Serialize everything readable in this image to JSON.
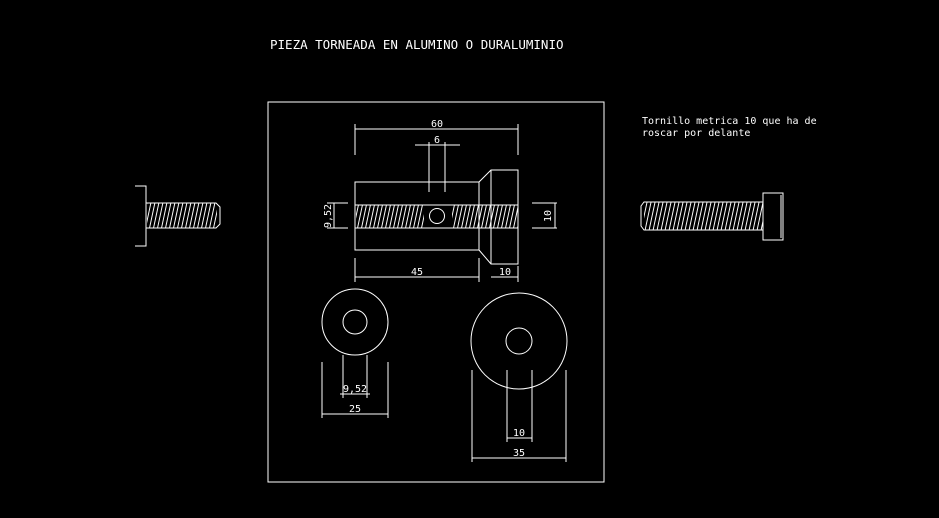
{
  "title": "PIEZA TORNEADA EN ALUMINO O DURALUMINIO",
  "note": {
    "line1": "Tornillo metrica 10 que ha de",
    "line2": "roscar por delante"
  },
  "dimensions": {
    "overall_length": "60",
    "slot_width": "6",
    "bore_diameter": "9,52",
    "thread_diameter": "10",
    "body_length": "45",
    "flange_length": "10",
    "small_bore": "9,52",
    "small_outer": "25",
    "large_bore": "10",
    "large_outer": "35"
  },
  "colors": {
    "background": "#000000",
    "lines": "#ffffff"
  }
}
